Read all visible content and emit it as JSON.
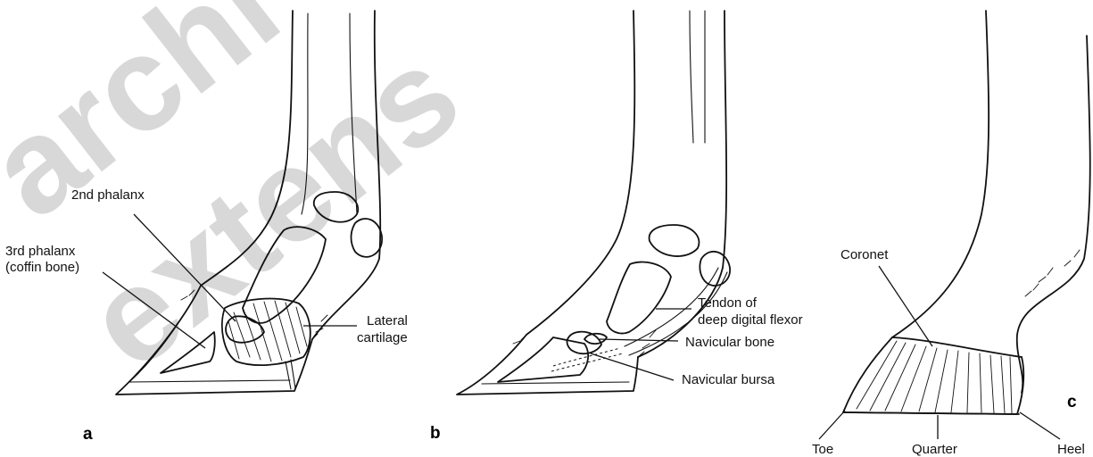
{
  "watermark": {
    "line1": "archi",
    "line2": "extens",
    "color": "#d8d8d8"
  },
  "panels": {
    "a": {
      "letter": "a",
      "labels": {
        "second_phalanx": "2nd phalanx",
        "third_phalanx_line1": "3rd phalanx",
        "third_phalanx_line2": "(coffin bone)",
        "lateral_cartilage_line1": "Lateral",
        "lateral_cartilage_line2": "cartilage"
      }
    },
    "b": {
      "letter": "b",
      "labels": {
        "tendon_line1": "Tendon of",
        "tendon_line2": "deep digital flexor",
        "navicular_bone": "Navicular bone",
        "navicular_bursa": "Navicular bursa"
      }
    },
    "c": {
      "letter": "c",
      "labels": {
        "coronet": "Coronet",
        "toe": "Toe",
        "quarter": "Quarter",
        "heel": "Heel"
      }
    }
  }
}
